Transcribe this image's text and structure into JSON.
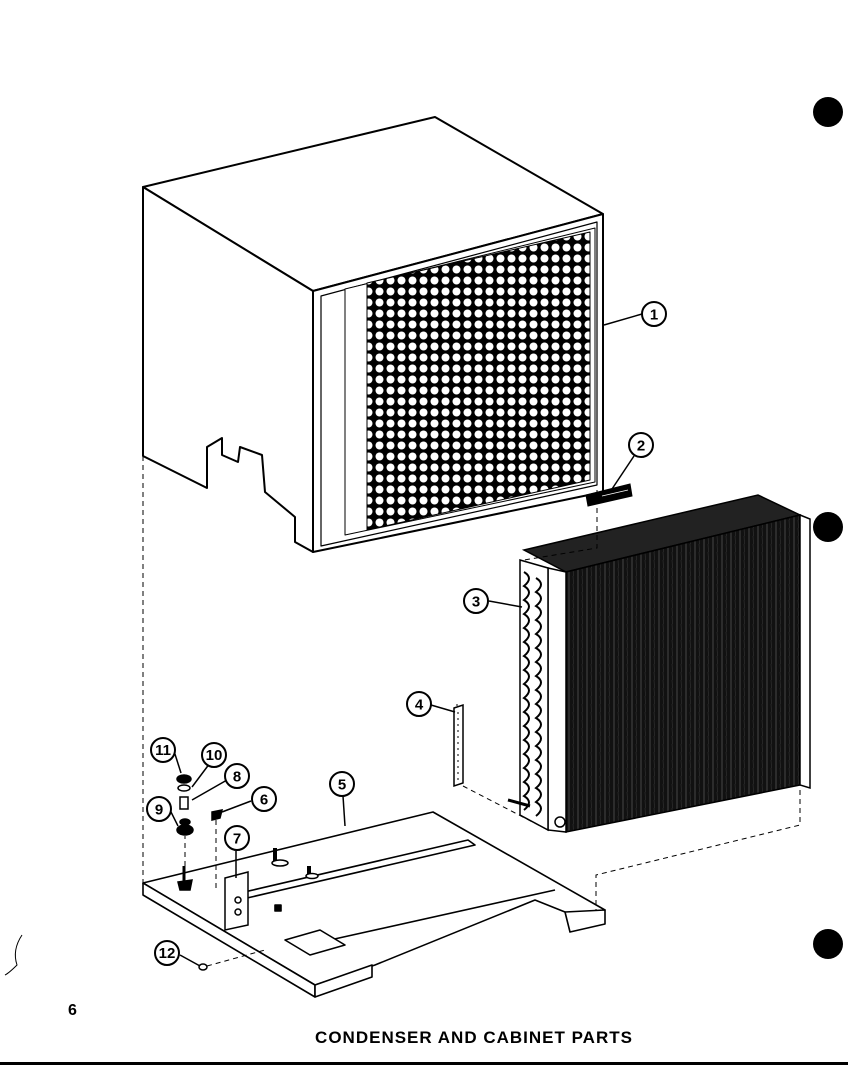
{
  "page_number": "6",
  "caption": "CONDENSER AND CABINET PARTS",
  "callouts": [
    "1",
    "2",
    "3",
    "4",
    "5",
    "6",
    "7",
    "8",
    "9",
    "10",
    "11",
    "12"
  ]
}
